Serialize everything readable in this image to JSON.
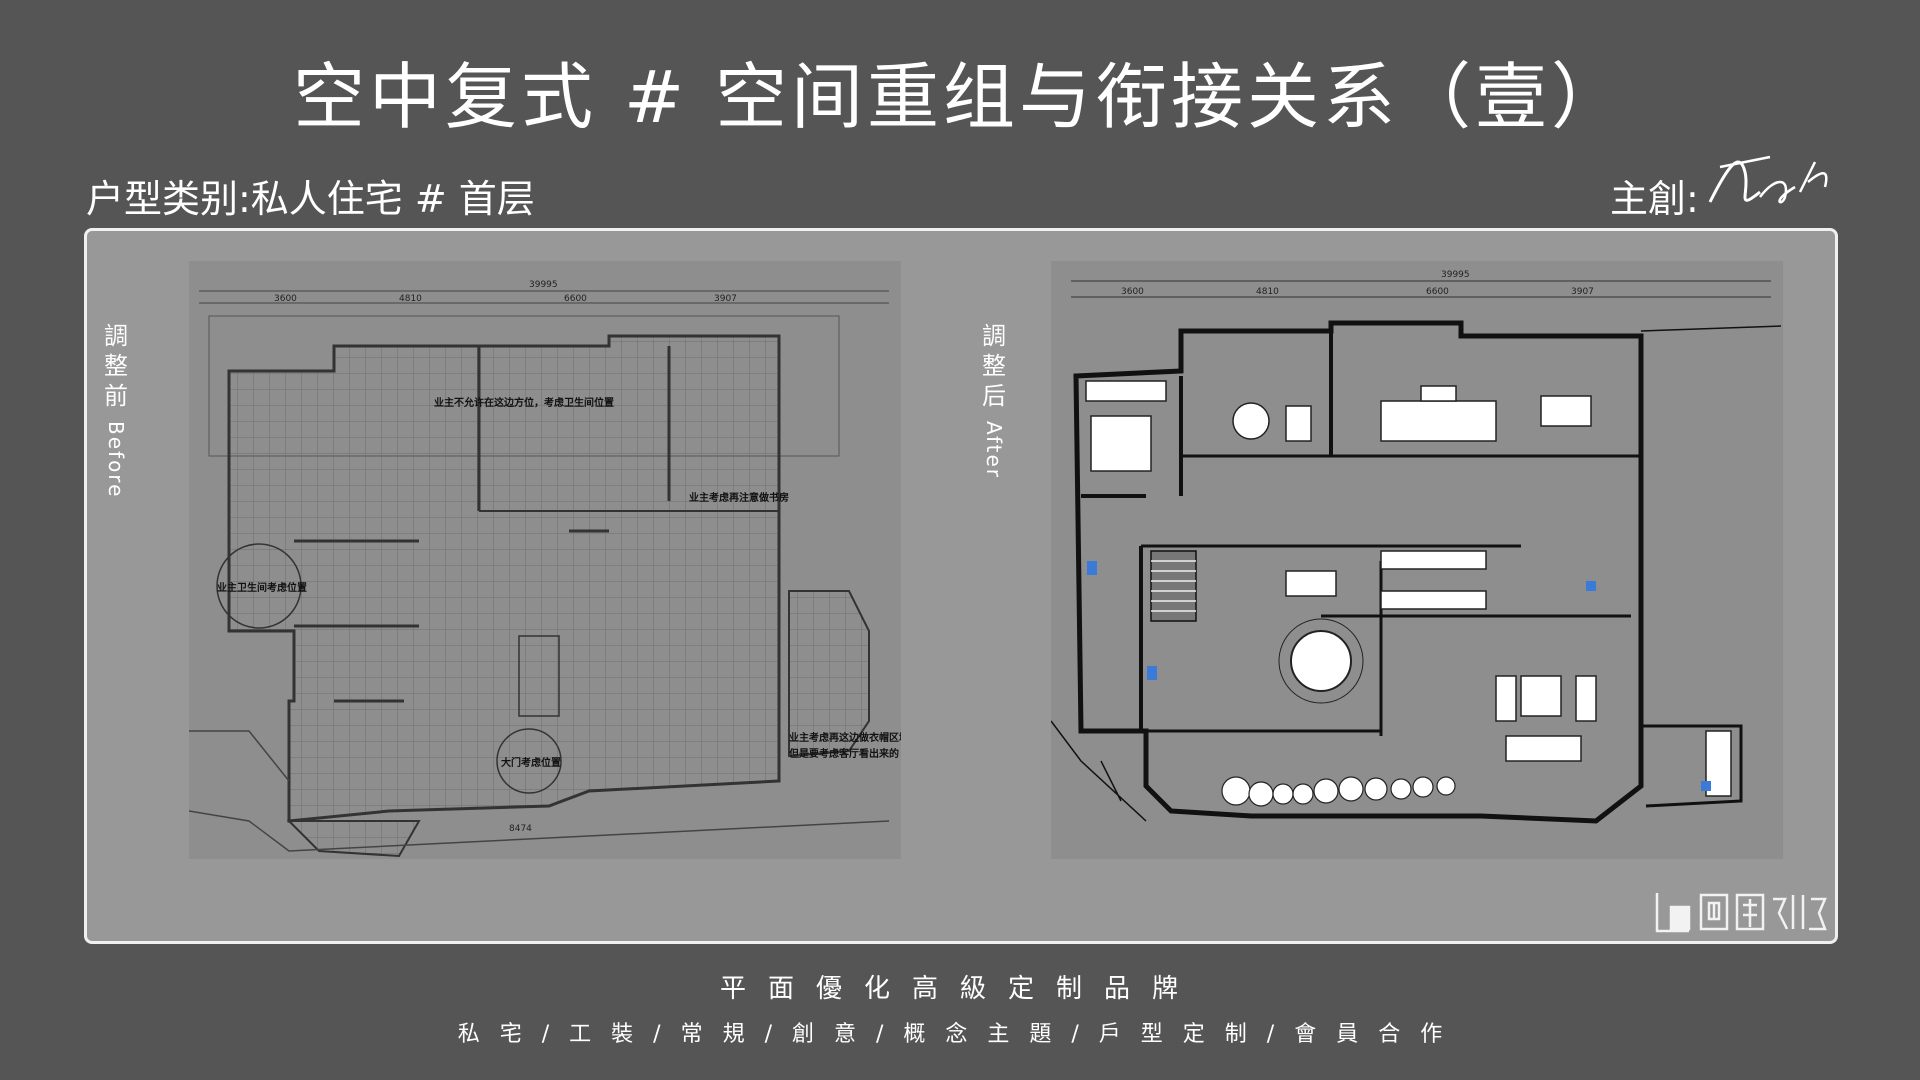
{
  "header": {
    "title": "空中复式 # 空间重组与衔接关系（壹）",
    "subtitle": "户型类别:私人住宅 # 首层",
    "designer_label": "主創:"
  },
  "before": {
    "label": "調整前",
    "label_en": "Before",
    "dims": {
      "total": "39995",
      "segments": [
        "3600",
        "4810",
        "6600",
        "3907"
      ],
      "bottom": "8474"
    },
    "notes": [
      "业主不允许在这边方位，考虑卫生间位置",
      "业主考虑再注意做书房",
      "业主卫生间考虑位置",
      "大门考虑位置",
      "业主考虑再这边做衣帽区域",
      "但是要考虑客厅看出来的"
    ]
  },
  "after": {
    "label": "調整后",
    "label_en": "After",
    "dims": {
      "total": "39995",
      "segments": [
        "3600",
        "4810",
        "6600",
        "3907"
      ]
    }
  },
  "footer": {
    "slogan": "平面優化高級定制品牌",
    "services": "私宅/工裝/常規/創意/概念主題/戶型定制/會員合作"
  },
  "colors": {
    "background": "#555555",
    "panel": "#989898",
    "plan": "#8e8e8e",
    "line": "#2a2a2a",
    "accent_blue": "#3a7ad8"
  },
  "icons": {
    "logo": "brand-logo-icon",
    "signature": "signature-icon"
  }
}
